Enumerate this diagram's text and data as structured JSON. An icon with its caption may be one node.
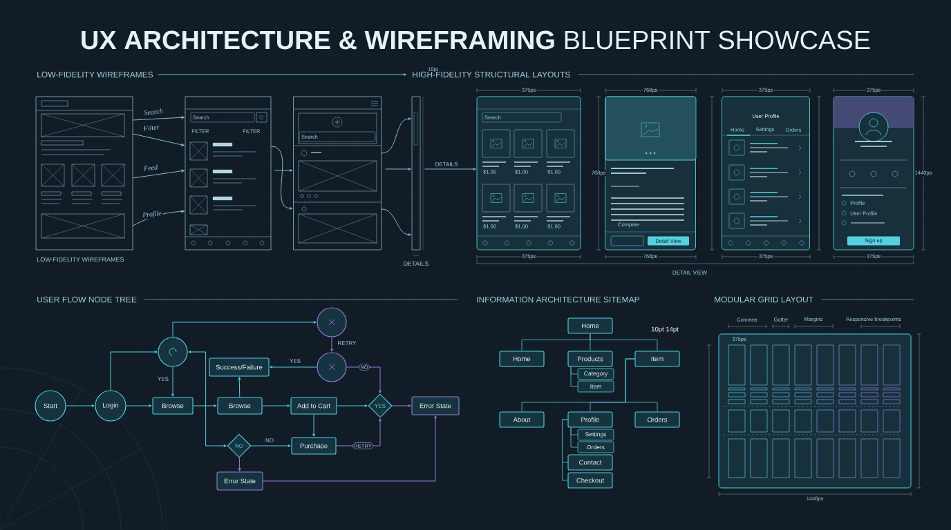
{
  "diagram": {
    "title": "**UX ARCHITECTURE & WIREFRAMING** BLUEPRINT SHOWCASE",
    "nodes": [
      {
        "text": [
          "LOW-FIDELITY WIREFRAMES"
        ]
      },
      {
        "text": [
          "HIGH-FIDELITY STRUCTURAL LAYOUTS"
        ]
      },
      {
        "text": [],
        "shape": "picture"
      },
      {
        "text": [],
        "shape": "picture"
      },
      {
        "text": [],
        "shape": "picture"
      },
      {
        "text": [],
        "shape": "picture"
      },
      {
        "text": [],
        "shape": "picture"
      },
      {
        "text": [],
        "shape": "picture"
      },
      {
        "text": [],
        "shape": "picture"
      },
      {
        "text": [],
        "shape": "picture"
      },
      {
        "text": [
          "Start"
        ]
      },
      {
        "text": [
          "Login"
        ]
      },
      {
        "text": [],
        "shape": "circle"
      },
      {
        "text": [],
        "shape": "circle"
      },
      {
        "text": [],
        "shape": "circle"
      },
      {
        "text": [
          "Success/Failure"
        ]
      },
      {
        "text": [
          "Browse"
        ]
      },
      {
        "text": [
          "Browse"
        ]
      },
      {
        "text": [
          "Add to Cart"
        ]
      },
      {
        "text": [
          "YES"
        ]
      },
      {
        "text": [
          "Error State"
        ]
      },
      {
        "text": [
          "NO"
        ]
      },
      {
        "text": [
          "Purchase"
        ]
      },
      {
        "text": [
          "Error State"
        ]
      },
      {
        "text": [
          "Home"
        ]
      },
      {
        "text": [
          "Home"
        ]
      },
      {
        "text": [
          "Products"
        ]
      },
      {
        "text": [
          "Item"
        ]
      },
      {
        "text": [
          "Category"
        ]
      },
      {
        "text": [
          "Item"
        ]
      },
      {
        "text": [
          "About"
        ]
      },
      {
        "text": [
          "Profile"
        ]
      },
      {
        "text": [
          "Orders"
        ]
      },
      {
        "text": [
          "Settings"
        ]
      },
      {
        "text": [
          "Orders"
        ]
      },
      {
        "text": [
          "Contact"
        ]
      },
      {
        "text": [
          "Checkout"
        ]
      }
    ],
    "edges": [
      {
        "from": 0,
        "to": 1,
        "arrow": "to"
      },
      {
        "from": 2,
        "to": 3,
        "arrow": "to",
        "label": "Search"
      },
      {
        "from": 2,
        "to": 3,
        "arrow": "to",
        "label": "Filter"
      },
      {
        "from": 2,
        "to": 3,
        "arrow": "to",
        "label": "Feed"
      },
      {
        "from": 2,
        "to": 3,
        "arrow": "to",
        "label": "Profile"
      },
      {
        "from": 3,
        "to": 4,
        "arrow": "to"
      },
      {
        "from": 3,
        "to": 4,
        "arrow": "to"
      },
      {
        "from": 4,
        "to": 5,
        "arrow": "to"
      },
      {
        "from": 4,
        "to": 5,
        "arrow": "to"
      },
      {
        "from": 4,
        "to": 5,
        "arrow": "to"
      },
      {
        "from": 5,
        "to": 6,
        "arrow": "to",
        "label": "DETAILS"
      },
      {
        "from": 10,
        "to": 11,
        "arrow": "to"
      },
      {
        "from": 11,
        "to": 16,
        "arrow": "to"
      },
      {
        "from": 11,
        "to": 12,
        "arrow": "to"
      },
      {
        "from": 12,
        "to": 16,
        "arrow": "to",
        "label": "YES"
      },
      {
        "from": 12,
        "to": 13,
        "arrow": "to"
      },
      {
        "from": 13,
        "to": 14,
        "arrow": "to",
        "label": "RETRY",
        "color": "#9b7be0"
      },
      {
        "from": 14,
        "to": 15,
        "arrow": "to",
        "label": "YES"
      },
      {
        "from": 14,
        "to": 19,
        "arrow": "to",
        "label": "NO",
        "color": "#9b7be0"
      },
      {
        "from": 16,
        "to": 17,
        "arrow": "to"
      },
      {
        "from": 17,
        "to": 15,
        "arrow": "to"
      },
      {
        "from": 17,
        "to": 18,
        "arrow": "to"
      },
      {
        "from": 18,
        "to": 19,
        "arrow": "to"
      },
      {
        "from": 19,
        "to": 20,
        "arrow": "to",
        "color": "#9b7be0"
      },
      {
        "from": 18,
        "to": 22,
        "arrow": "to"
      },
      {
        "from": 21,
        "to": 22,
        "arrow": "to",
        "label": "NO"
      },
      {
        "from": 22,
        "to": 19,
        "arrow": "to",
        "label": "RETRY",
        "color": "#9b7be0"
      },
      {
        "from": 21,
        "to": 23,
        "arrow": "to",
        "color": "#9b7be0"
      },
      {
        "from": 23,
        "to": 20,
        "arrow": "to",
        "color": "#9b7be0"
      },
      {
        "from": 12,
        "to": 21,
        "arrow": "both"
      },
      {
        "from": 24,
        "to": 25,
        "arrow": "none"
      },
      {
        "from": 24,
        "to": 26,
        "arrow": "none"
      },
      {
        "from": 24,
        "to": 27,
        "arrow": "none"
      },
      {
        "from": 26,
        "to": 28,
        "arrow": "none"
      },
      {
        "from": 26,
        "to": 29,
        "arrow": "none"
      },
      {
        "from": 27,
        "to": 30,
        "arrow": "none"
      },
      {
        "from": 27,
        "to": 31,
        "arrow": "none"
      },
      {
        "from": 27,
        "to": 32,
        "arrow": "none"
      },
      {
        "from": 31,
        "to": 33,
        "arrow": "none"
      },
      {
        "from": 31,
        "to": 34,
        "arrow": "none"
      },
      {
        "from": 31,
        "to": 35,
        "arrow": "none"
      },
      {
        "from": 31,
        "to": 36,
        "arrow": "none"
      }
    ],
    "labels": [
      "10pt",
      "LOW-FIDELITY WIREFRAMES",
      "DETAILS",
      "375ps",
      "768ps",
      "375ps",
      "375ps",
      "Search",
      "FILTER",
      "FILTER",
      "Search",
      "Search",
      "$1.00",
      "$1.00",
      "$1.00",
      "User Profile",
      "Home",
      "Settings",
      "Orders",
      "768ps",
      "1440ps",
      "$1.00",
      "$1.00",
      "$1.00",
      "Compare",
      "Profile",
      "User Profile",
      "Detail View",
      "Sign up",
      "375ps",
      "768ps",
      "375ps",
      "375ps",
      "DETAIL VIEW",
      "USER FLOW NODE TREE",
      "INFORMATION ARCHITECTURE SITEMAP",
      "MODULAR GRID LAYOUT",
      "10pt 14pt",
      "Colomns",
      "Gutter",
      "Margins",
      "Responsive breakpoints",
      "375ps",
      "1440ps"
    ]
  }
}
